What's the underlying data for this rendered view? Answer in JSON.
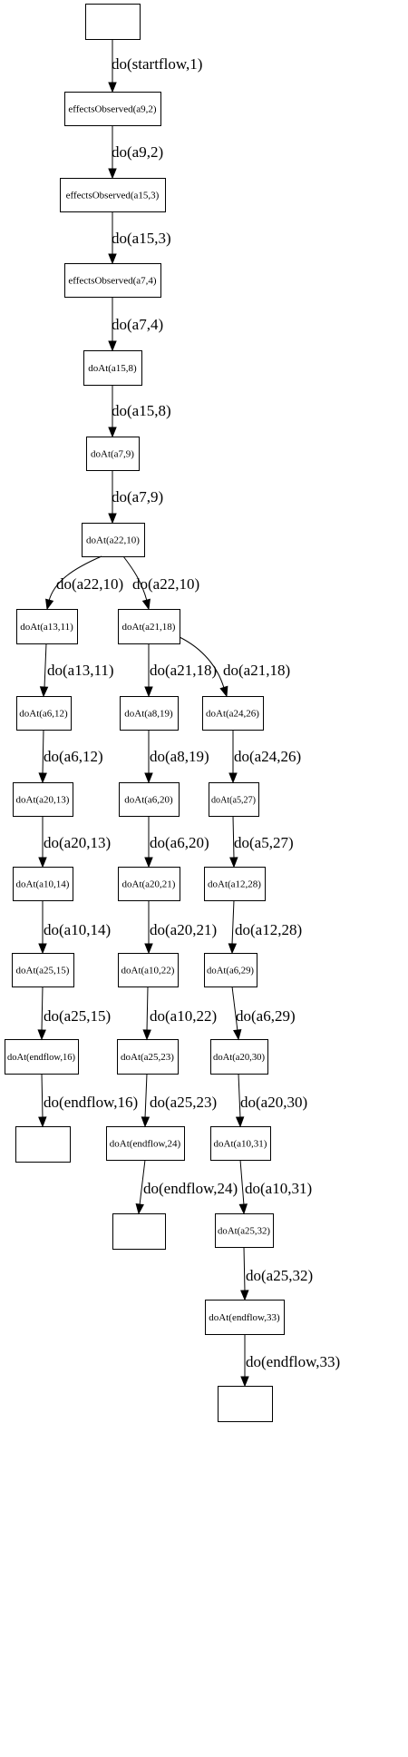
{
  "graph": {
    "nodes": [
      {
        "id": "start",
        "label": ""
      },
      {
        "id": "n1",
        "label": "effectsObserved(a9,2)"
      },
      {
        "id": "n2",
        "label": "effectsObserved(a15,3)"
      },
      {
        "id": "n3",
        "label": "effectsObserved(a7,4)"
      },
      {
        "id": "n4",
        "label": "doAt(a15,8)"
      },
      {
        "id": "n5",
        "label": "doAt(a7,9)"
      },
      {
        "id": "n6",
        "label": "doAt(a22,10)"
      },
      {
        "id": "a1",
        "label": "doAt(a13,11)"
      },
      {
        "id": "a2",
        "label": "doAt(a6,12)"
      },
      {
        "id": "a3",
        "label": "doAt(a20,13)"
      },
      {
        "id": "a4",
        "label": "doAt(a10,14)"
      },
      {
        "id": "a5",
        "label": "doAt(a25,15)"
      },
      {
        "id": "a6",
        "label": "doAt(endflow,16)"
      },
      {
        "id": "a7",
        "label": ""
      },
      {
        "id": "b1",
        "label": "doAt(a21,18)"
      },
      {
        "id": "b2",
        "label": "doAt(a8,19)"
      },
      {
        "id": "b3",
        "label": "doAt(a6,20)"
      },
      {
        "id": "b4",
        "label": "doAt(a20,21)"
      },
      {
        "id": "b5",
        "label": "doAt(a10,22)"
      },
      {
        "id": "b6",
        "label": "doAt(a25,23)"
      },
      {
        "id": "b7",
        "label": "doAt(endflow,24)"
      },
      {
        "id": "b8",
        "label": ""
      },
      {
        "id": "c1",
        "label": "doAt(a24,26)"
      },
      {
        "id": "c2",
        "label": "doAt(a5,27)"
      },
      {
        "id": "c3",
        "label": "doAt(a12,28)"
      },
      {
        "id": "c4",
        "label": "doAt(a6,29)"
      },
      {
        "id": "c5",
        "label": "doAt(a20,30)"
      },
      {
        "id": "c6",
        "label": "doAt(a10,31)"
      },
      {
        "id": "c7",
        "label": "doAt(a25,32)"
      },
      {
        "id": "c8",
        "label": "doAt(endflow,33)"
      },
      {
        "id": "c9",
        "label": ""
      }
    ],
    "edges": [
      {
        "from": "start",
        "to": "n1",
        "label": "do(startflow,1)"
      },
      {
        "from": "n1",
        "to": "n2",
        "label": "do(a9,2)"
      },
      {
        "from": "n2",
        "to": "n3",
        "label": "do(a15,3)"
      },
      {
        "from": "n3",
        "to": "n4",
        "label": "do(a7,4)"
      },
      {
        "from": "n4",
        "to": "n5",
        "label": "do(a15,8)"
      },
      {
        "from": "n5",
        "to": "n6",
        "label": "do(a7,9)"
      },
      {
        "from": "n6",
        "to": "a1",
        "label": "do(a22,10)"
      },
      {
        "from": "n6",
        "to": "b1",
        "label": "do(a22,10)"
      },
      {
        "from": "a1",
        "to": "a2",
        "label": "do(a13,11)"
      },
      {
        "from": "a2",
        "to": "a3",
        "label": "do(a6,12)"
      },
      {
        "from": "a3",
        "to": "a4",
        "label": "do(a20,13)"
      },
      {
        "from": "a4",
        "to": "a5",
        "label": "do(a10,14)"
      },
      {
        "from": "a5",
        "to": "a6",
        "label": "do(a25,15)"
      },
      {
        "from": "a6",
        "to": "a7",
        "label": "do(endflow,16)"
      },
      {
        "from": "b1",
        "to": "b2",
        "label": "do(a21,18)"
      },
      {
        "from": "b1",
        "to": "c1",
        "label": "do(a21,18)"
      },
      {
        "from": "b2",
        "to": "b3",
        "label": "do(a8,19)"
      },
      {
        "from": "b3",
        "to": "b4",
        "label": "do(a6,20)"
      },
      {
        "from": "b4",
        "to": "b5",
        "label": "do(a20,21)"
      },
      {
        "from": "b5",
        "to": "b6",
        "label": "do(a10,22)"
      },
      {
        "from": "b6",
        "to": "b7",
        "label": "do(a25,23)"
      },
      {
        "from": "b7",
        "to": "b8",
        "label": "do(endflow,24)"
      },
      {
        "from": "c1",
        "to": "c2",
        "label": "do(a24,26)"
      },
      {
        "from": "c2",
        "to": "c3",
        "label": "do(a5,27)"
      },
      {
        "from": "c3",
        "to": "c4",
        "label": "do(a12,28)"
      },
      {
        "from": "c4",
        "to": "c5",
        "label": "do(a6,29)"
      },
      {
        "from": "c5",
        "to": "c6",
        "label": "do(a20,30)"
      },
      {
        "from": "c6",
        "to": "c7",
        "label": "do(a10,31)"
      },
      {
        "from": "c7",
        "to": "c8",
        "label": "do(a25,32)"
      },
      {
        "from": "c8",
        "to": "c9",
        "label": "do(endflow,33)"
      }
    ]
  }
}
